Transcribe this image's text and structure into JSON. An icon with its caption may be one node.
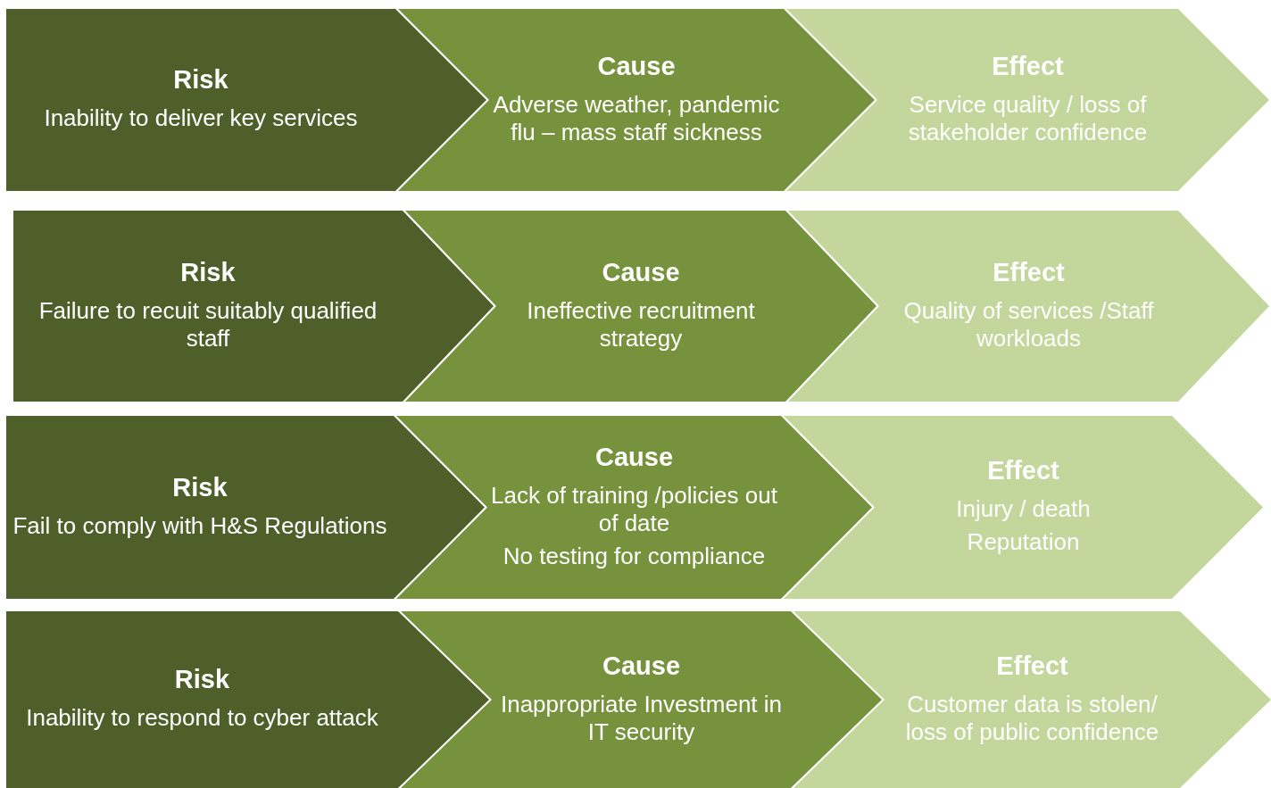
{
  "diagram": {
    "nodes": [
      {
        "text": [
          "Risk",
          "Inability to deliver key services"
        ]
      },
      {
        "text": [
          "Cause",
          "Adverse weather, pandemic flu – mass staff sickness"
        ]
      },
      {
        "text": [
          "Effect",
          "Service quality / loss of stakeholder confidence"
        ]
      },
      {
        "text": [
          "Risk",
          "Failure to recuit suitably qualified staff"
        ]
      },
      {
        "text": [
          "Cause",
          "Ineffective recruitment strategy"
        ]
      },
      {
        "text": [
          "Effect",
          "Quality of services /Staff workloads"
        ]
      },
      {
        "text": [
          "Risk",
          "Fail to comply with H&S Regulations"
        ]
      },
      {
        "text": [
          "Cause",
          "Lack of training /policies out of date",
          "No testing for compliance"
        ]
      },
      {
        "text": [
          "Effect",
          "Injury / death",
          "Reputation"
        ]
      },
      {
        "text": [
          "Risk",
          "Inability to respond to cyber attack"
        ]
      },
      {
        "text": [
          "Cause",
          "Inappropriate Investment in IT security"
        ]
      },
      {
        "text": [
          "Effect",
          "Customer data is stolen/ loss of public confidence"
        ]
      }
    ]
  }
}
